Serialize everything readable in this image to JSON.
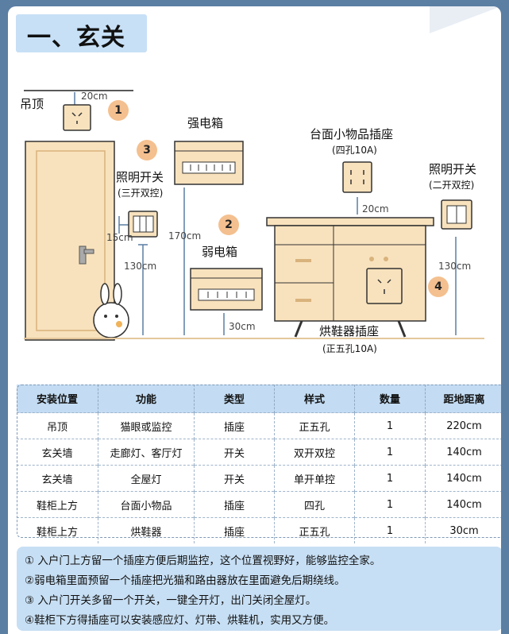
{
  "title": "一、玄关",
  "diagram": {
    "ceiling_label": "吊顶",
    "dim_20cm_top": "20cm",
    "badges": [
      "1",
      "2",
      "3",
      "4"
    ],
    "strong_box": "强电箱",
    "weak_box": "弱电箱",
    "light_switch_left": "照明开关",
    "light_switch_left_sub": "(三开双控)",
    "dim_15cm": "15cm",
    "dim_130cm_left": "130cm",
    "dim_170cm": "170cm",
    "dim_30cm": "30cm",
    "counter_socket": "台面小物品插座",
    "counter_socket_sub": "(四孔10A)",
    "dim_20cm_mid": "20cm",
    "light_switch_right": "照明开关",
    "light_switch_right_sub": "(二开双控)",
    "dim_130cm_right": "130cm",
    "shoe_dryer_socket": "烘鞋器插座",
    "shoe_dryer_socket_sub": "(正五孔10A)"
  },
  "table": {
    "headers": [
      "安装位置",
      "功能",
      "类型",
      "样式",
      "数量",
      "距地距离"
    ],
    "rows": [
      [
        "吊顶",
        "猫眼或监控",
        "插座",
        "正五孔",
        "1",
        "220cm"
      ],
      [
        "玄关墙",
        "走廊灯、客厅灯",
        "开关",
        "双开双控",
        "1",
        "140cm"
      ],
      [
        "玄关墙",
        "全屋灯",
        "开关",
        "单开单控",
        "1",
        "140cm"
      ],
      [
        "鞋柜上方",
        "台面小物品",
        "插座",
        "四孔",
        "1",
        "140cm"
      ],
      [
        "鞋柜上方",
        "烘鞋器",
        "插座",
        "正五孔",
        "1",
        "30cm"
      ]
    ]
  },
  "notes": [
    "① 入户门上方留一个插座方便后期监控，这个位置视野好，能够监控全家。",
    "②弱电箱里面预留一个插座把光猫和路由器放在里面避免后期绕线。",
    "③ 入户门开关多留一个开关，一键全开灯，出门关闭全屋灯。",
    "④鞋柜下方得插座可以安装感应灯、灯带、烘鞋机，实用又方便。"
  ],
  "colors": {
    "background": "#5b7ea3",
    "title_bg": "#c7e0f6",
    "badge": "#f4c08f",
    "wood": "#f8e2bd",
    "wood_edge": "#d9b27c",
    "header_bg": "#c3dcf3",
    "notes_bg": "#c7dff4"
  }
}
